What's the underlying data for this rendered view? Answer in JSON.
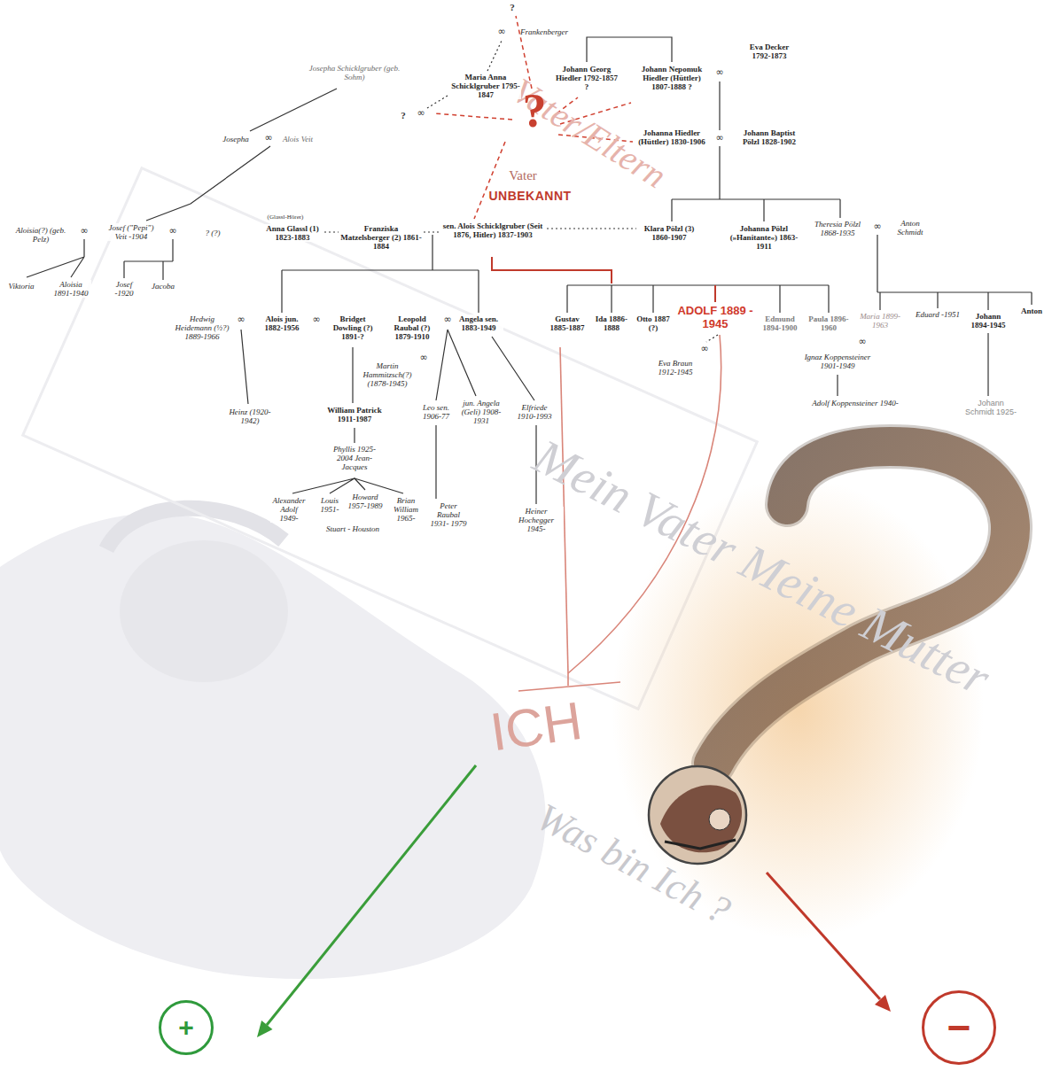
{
  "diagram": {
    "nodes": [
      {
        "text": [
          "+"
        ]
      },
      {
        "text": [
          "−"
        ]
      }
    ],
    "labels": [
      "?",
      "∞",
      "Frankenberger",
      "Josepha Schicklgruber (geb. Sohm)",
      "Maria Anna Schicklgruber 1795-1847",
      "Johann Georg Hiedler 1792-1857 ?",
      "Johann Nepomuk Hiedler (Hüttler) 1807-1888 ?",
      "∞",
      "Eva Decker 1792-1873",
      "?",
      "∞",
      "?",
      "Vater/Eltern",
      "Vater",
      "UNBEKANNT",
      "Johanna Hiedler (Hüttler) 1830-1906",
      "∞",
      "Johann Baptist Pölzl 1828-1902",
      "Josepha",
      "∞",
      "Alois Veit",
      "Aloisia(?) (geb. Pelz)",
      "∞",
      "Josef (\"Pepi\") Veit -1904",
      "∞",
      "? (?)",
      "(Glassl-Hörer)",
      "Anna Glassl (1) 1823-1883",
      "Franziska Matzelsberger (2) 1861-1884",
      "sen. Alois Schicklgruber (Seit 1876, Hitler) 1837-1903",
      "Klara Pölzl (3) 1860-1907",
      "Johanna Pölzl (»Hanitante«) 1863-1911",
      "Theresia Pölzl 1868-1935",
      "∞",
      "Anton Schmidt",
      "Viktoria",
      "Aloisia 1891-1940",
      "Josef -1920",
      "Jacoba",
      "Hedwig Heidemann (½?) 1889-1966",
      "∞",
      "Alois jun. 1882-1956",
      "∞",
      "Bridget Dowling (?) 1891-?",
      "Leopold Raubal (?) 1879-1910",
      "∞",
      "Angela sen. 1883-1949",
      "Gustav 1885-1887",
      "Ida 1886-1888",
      "Otto 1887 (?)",
      "ADOLF 1889 - 1945",
      "Edmund 1894-1900",
      "Paula 1896-1960",
      "Maria 1899-1963",
      "Eduard -1951",
      "Johann 1894-1945",
      "Anton",
      "Martin Hammitzsch(?) (1878-1945)",
      "∞",
      "Eva Braun 1912-1945",
      "∞",
      "∞",
      "Ignaz Koppensteiner 1901-1949",
      "Leo sen. 1906-77",
      "jun. Angela (Geli) 1908-1931",
      "Elfriede 1910-1993",
      "Heinz (1920-1942)",
      "William Patrick 1911-1987",
      "Adolf Koppensteiner 1940-",
      "Johann Schmidt 1925-",
      "Phyllis 1925-2004 Jean-Jacques",
      "Alexander Adolf 1949-",
      "Louis 1951-",
      "Howard 1957-1989",
      "Brian William 1965-",
      "Stuart - Houston",
      "Peter Raubal 1931- 1979",
      "Heiner Hochegger 1945-",
      "Mein Vater Meine Mutter",
      "ICH",
      "Was bin Ich ?"
    ]
  }
}
